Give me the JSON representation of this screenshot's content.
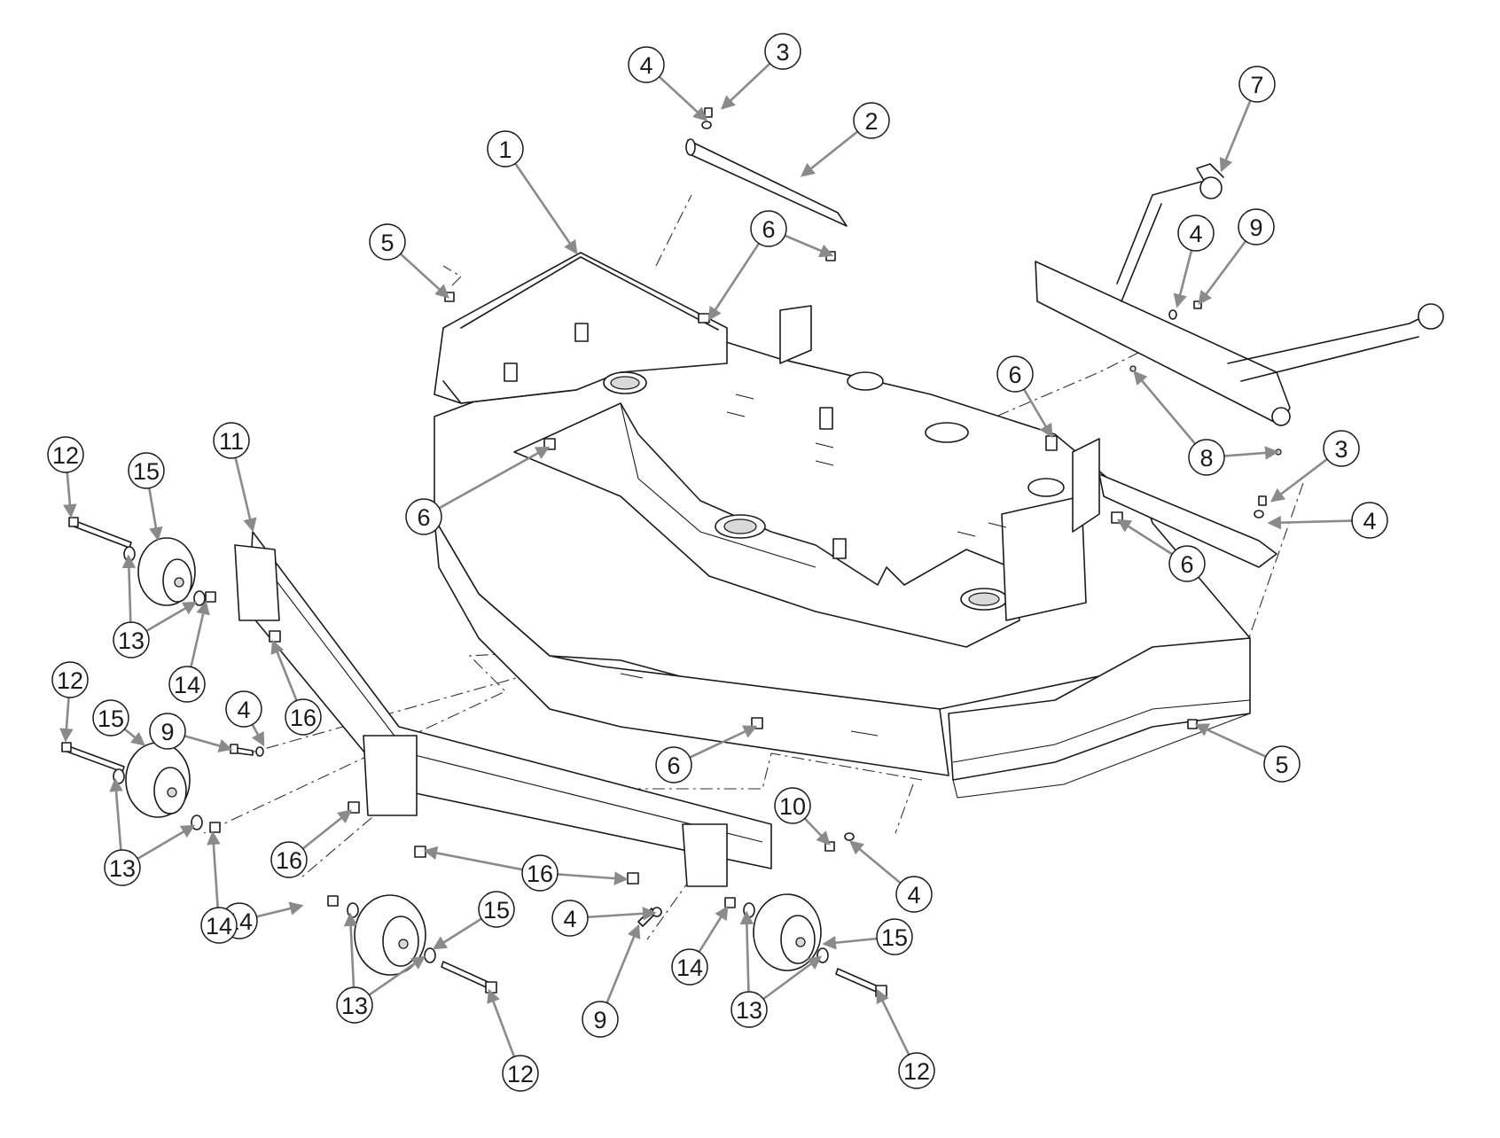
{
  "callouts": [
    {
      "id": "c1",
      "label": "1"
    },
    {
      "id": "c2",
      "label": "2"
    },
    {
      "id": "c3a",
      "label": "3"
    },
    {
      "id": "c3b",
      "label": "3"
    },
    {
      "id": "c4a",
      "label": "4"
    },
    {
      "id": "c4b",
      "label": "4"
    },
    {
      "id": "c4c",
      "label": "4"
    },
    {
      "id": "c4d",
      "label": "4"
    },
    {
      "id": "c4e",
      "label": "4"
    },
    {
      "id": "c4f",
      "label": "4"
    },
    {
      "id": "c5a",
      "label": "5"
    },
    {
      "id": "c5b",
      "label": "5"
    },
    {
      "id": "c6a",
      "label": "6"
    },
    {
      "id": "c6b",
      "label": "6"
    },
    {
      "id": "c6c",
      "label": "6"
    },
    {
      "id": "c6d",
      "label": "6"
    },
    {
      "id": "c6e",
      "label": "6"
    },
    {
      "id": "c7",
      "label": "7"
    },
    {
      "id": "c8",
      "label": "8"
    },
    {
      "id": "c9a",
      "label": "9"
    },
    {
      "id": "c9b",
      "label": "9"
    },
    {
      "id": "c9c",
      "label": "9"
    },
    {
      "id": "c10",
      "label": "10"
    },
    {
      "id": "c11",
      "label": "11"
    },
    {
      "id": "c12a",
      "label": "12"
    },
    {
      "id": "c12b",
      "label": "12"
    },
    {
      "id": "c12c",
      "label": "12"
    },
    {
      "id": "c12d",
      "label": "12"
    },
    {
      "id": "c13a",
      "label": "13"
    },
    {
      "id": "c13b",
      "label": "13"
    },
    {
      "id": "c13c",
      "label": "13"
    },
    {
      "id": "c13d",
      "label": "13"
    },
    {
      "id": "c14a",
      "label": "14"
    },
    {
      "id": "c14b",
      "label": "14"
    },
    {
      "id": "c14c",
      "label": "14"
    },
    {
      "id": "c14d",
      "label": "14"
    },
    {
      "id": "c15a",
      "label": "15"
    },
    {
      "id": "c15b",
      "label": "15"
    },
    {
      "id": "c15c",
      "label": "15"
    },
    {
      "id": "c15d",
      "label": "15"
    },
    {
      "id": "c16a",
      "label": "16"
    },
    {
      "id": "c16b",
      "label": "16"
    },
    {
      "id": "c16c",
      "label": "16"
    }
  ]
}
